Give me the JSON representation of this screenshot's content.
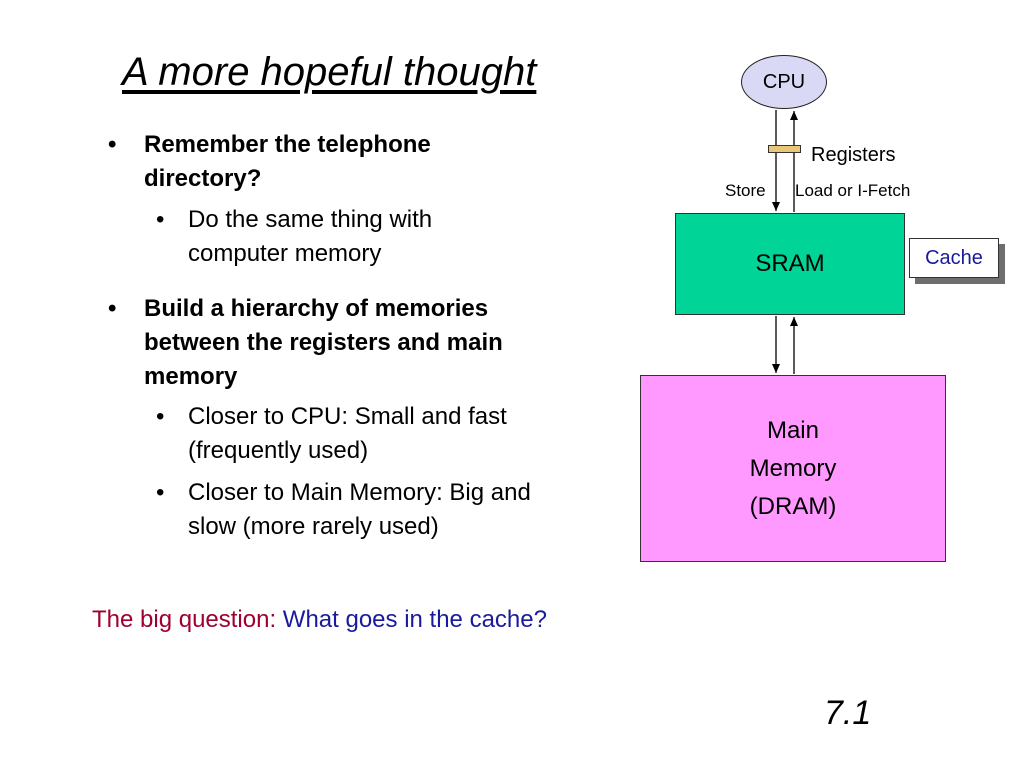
{
  "slide": {
    "title": "A more hopeful thought",
    "bullets": [
      {
        "text": "Remember the telephone directory?",
        "sub": [
          "Do the same thing with computer memory"
        ]
      },
      {
        "text": "Build a hierarchy of memories between the registers and main memory",
        "sub": [
          "Closer to CPU: Small and fast (frequently used)",
          "Closer to Main Memory: Big and slow (more rarely used)"
        ]
      }
    ],
    "question_label": "The big question:",
    "question_text": "What goes in the cache?",
    "slide_number": "7.1"
  },
  "diagram": {
    "cpu": "CPU",
    "registers": "Registers",
    "store": "Store",
    "load": "Load or I-Fetch",
    "sram": "SRAM",
    "cache": "Cache",
    "main_memory": [
      "Main",
      "Memory",
      "(DRAM)"
    ]
  },
  "colors": {
    "cpu_fill": "#d9d9f5",
    "register_fill": "#e8c878",
    "sram_fill": "#00d496",
    "main_memory_fill": "#ff99ff",
    "question_label": "#a00030",
    "question_text": "#1a1a9c"
  }
}
